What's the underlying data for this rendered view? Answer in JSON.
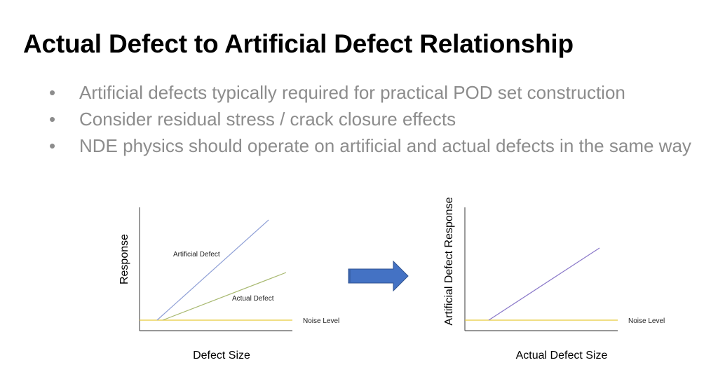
{
  "title": "Actual Defect to Artificial Defect Relationship",
  "bullets": [
    "Artificial defects typically required for practical POD set construction",
    "Consider residual stress / crack closure effects",
    "NDE physics should operate on artificial and actual defects in the same way"
  ],
  "left_diagram": {
    "ylabel": "Response",
    "xlabel": "Defect Size",
    "line1_label": "Artificial Defect",
    "line2_label": "Actual Defect",
    "noise_label": "Noise Level"
  },
  "right_diagram": {
    "ylabel": "Artificial Defect Response",
    "xlabel": "Actual Defect Size",
    "noise_label": "Noise Level"
  },
  "colors": {
    "artificial_line": "#8e9fd6",
    "actual_line": "#a8b970",
    "noise_line": "#e8c93a",
    "relation_line": "#8a78c9",
    "arrow": "#4472c4",
    "axis": "#595959"
  }
}
